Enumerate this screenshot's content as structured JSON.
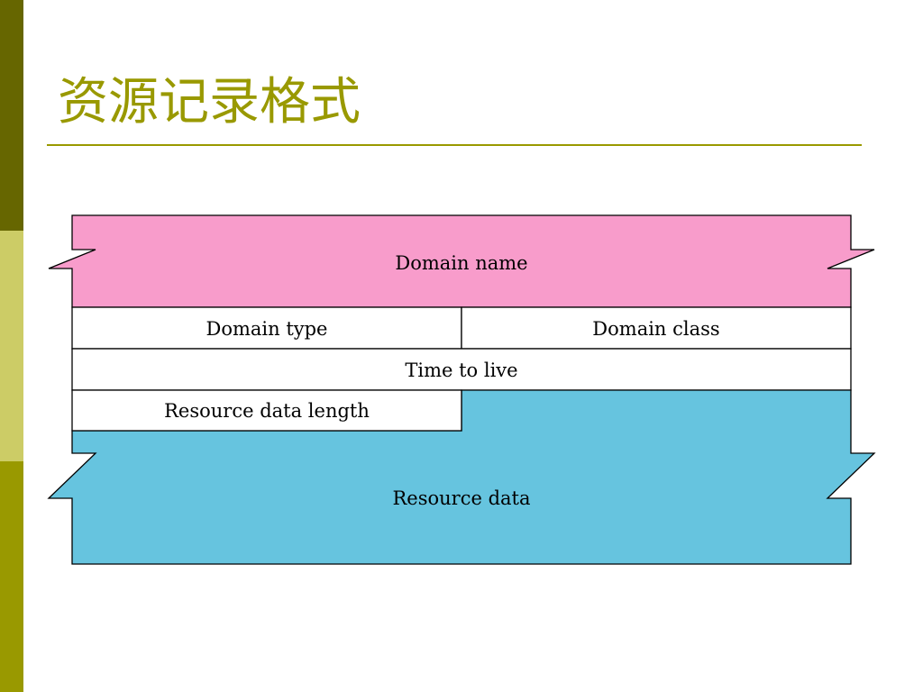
{
  "slide": {
    "title": "资源记录格式"
  },
  "diagram": {
    "fields": {
      "domain_name": "Domain name",
      "domain_type": "Domain type",
      "domain_class": "Domain class",
      "time_to_live": "Time to live",
      "resource_data_length": "Resource data length",
      "resource_data": "Resource data"
    },
    "colors": {
      "domain_name_fill": "#f89ccb",
      "resource_data_fill": "#66c4df",
      "field_fill": "#ffffff",
      "outline": "#000000"
    }
  },
  "theme": {
    "accent": "#999900",
    "bar_dark": "#666600",
    "bar_light": "#cccc66"
  }
}
